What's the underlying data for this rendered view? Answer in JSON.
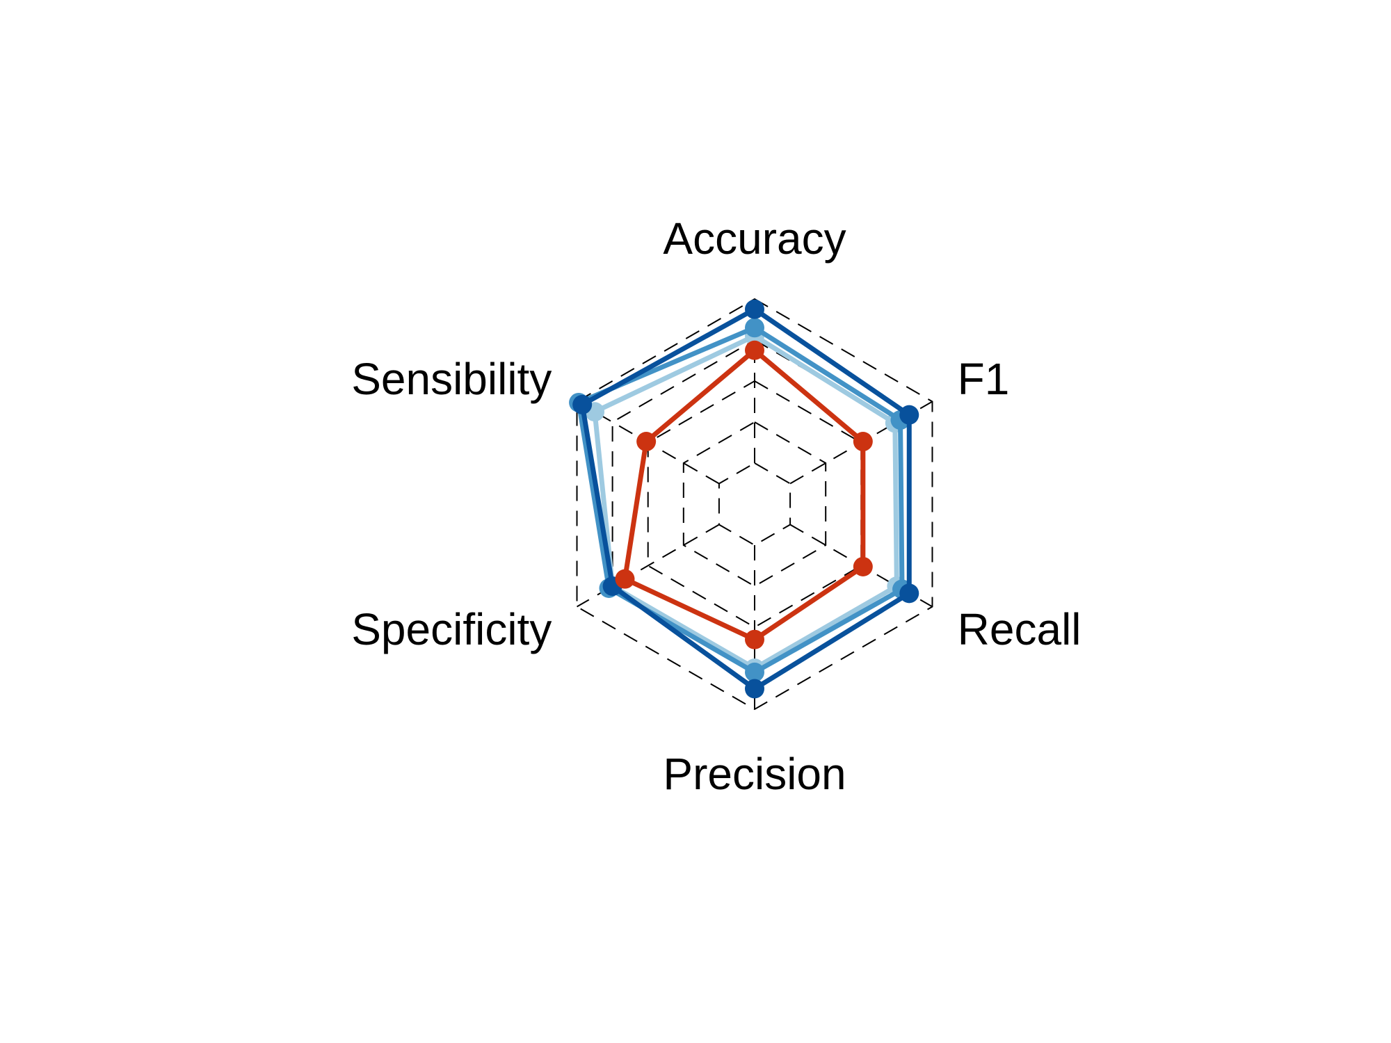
{
  "chart_data": {
    "type": "radar",
    "axes": [
      "Accuracy",
      "F1",
      "Recall",
      "Precision",
      "Specificity",
      "Sensibility"
    ],
    "rlim": [
      0,
      1
    ],
    "grid_levels": [
      0.2,
      0.4,
      0.6,
      0.8,
      1.0
    ],
    "grid_style": "dashed",
    "legend": "none",
    "series": [
      {
        "color": "#9ecae1",
        "values": [
          0.82,
          0.79,
          0.8,
          0.8,
          0.8,
          0.9
        ]
      },
      {
        "color": "#4292c6",
        "values": [
          0.86,
          0.82,
          0.83,
          0.82,
          0.82,
          0.99
        ]
      },
      {
        "color": "#08519c",
        "values": [
          0.95,
          0.87,
          0.87,
          0.9,
          0.8,
          0.97
        ]
      },
      {
        "color": "#cc3311",
        "values": [
          0.75,
          0.61,
          0.61,
          0.66,
          0.73,
          0.61
        ]
      }
    ]
  }
}
